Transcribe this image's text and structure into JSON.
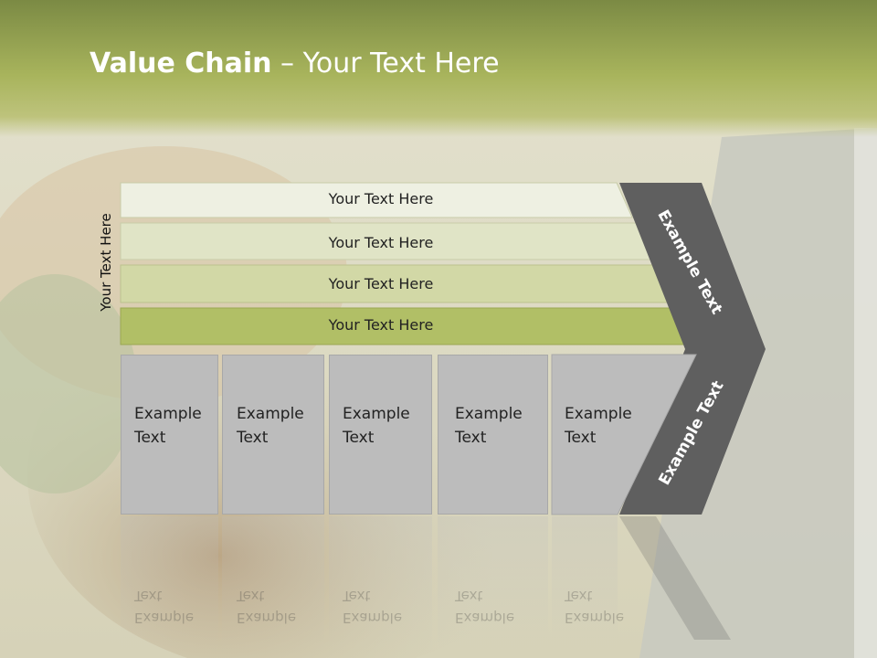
{
  "title": {
    "bold": "Value Chain",
    "rest": " – Your Text Here"
  },
  "side_label": "Your Text Here",
  "bands": [
    {
      "label": "Your Text Here",
      "color": "#eef0e2"
    },
    {
      "label": "Your Text Here",
      "color": "#e0e4c6"
    },
    {
      "label": "Your Text Here",
      "color": "#d2d8a6"
    },
    {
      "label": "Your Text Here",
      "color": "#b1bf66"
    }
  ],
  "boxes": [
    {
      "line1": "Example",
      "line2": "Text"
    },
    {
      "line1": "Example",
      "line2": "Text"
    },
    {
      "line1": "Example",
      "line2": "Text"
    },
    {
      "line1": "Example",
      "line2": "Text"
    },
    {
      "line1": "Example",
      "line2": "Text"
    }
  ],
  "chevron": {
    "upper": "Example Text",
    "lower": "Example Text",
    "color": "#5f5f5f"
  }
}
